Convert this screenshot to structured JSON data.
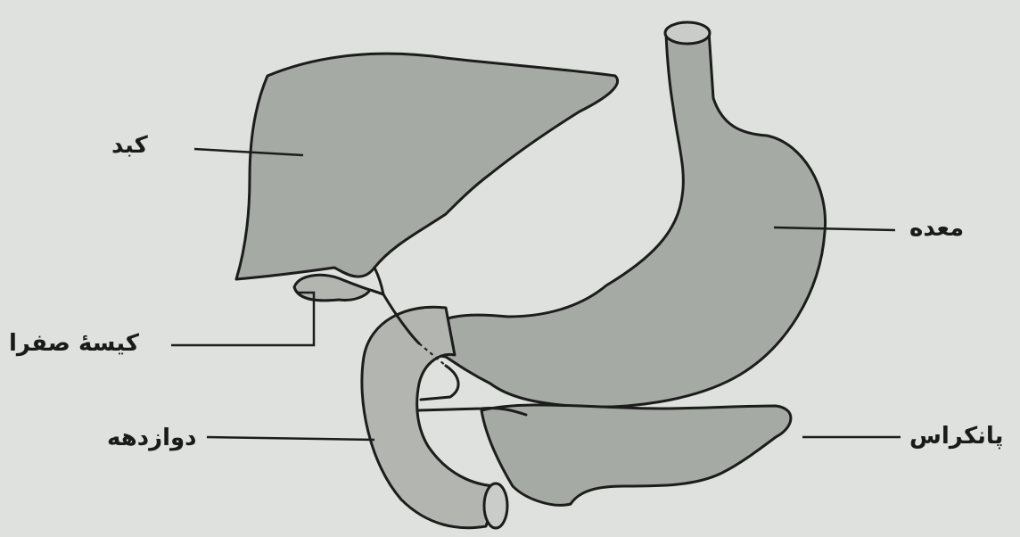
{
  "labels": {
    "liver": "کبد",
    "stomach": "معده",
    "gallbladder": "کیسهٔ صفرا",
    "pancreas": "پانکراس",
    "duodenum": "دوازدهه"
  }
}
